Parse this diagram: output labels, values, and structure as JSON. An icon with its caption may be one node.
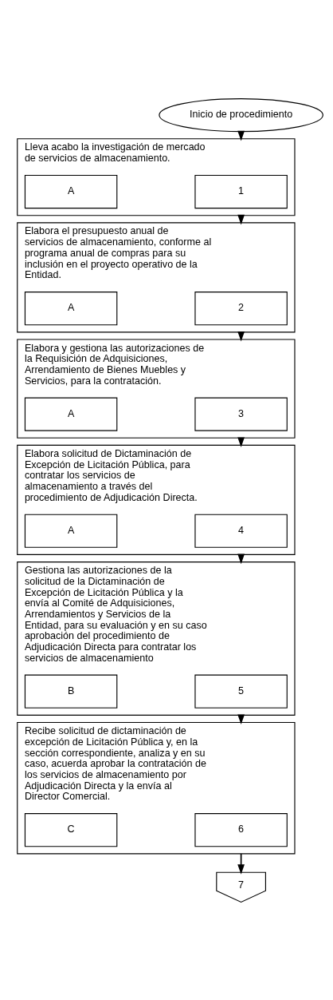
{
  "diagram": {
    "nodes": [
      {
        "text": [
          "Inicio de procedimiento"
        ]
      },
      {
        "text": [
          "Lleva acabo la investigación de mercado de servicios de almacenamiento."
        ]
      },
      {
        "text": [
          "1"
        ],
        "in": 1
      },
      {
        "text": [
          "A"
        ],
        "in": 1
      },
      {
        "text": [
          "Elabora el presupuesto anual de servicios de almacenamiento, conforme al programa anual de compras para su inclusión en el proyecto operativo de la Entidad."
        ]
      },
      {
        "text": [
          "2"
        ],
        "in": 4
      },
      {
        "text": [
          "A"
        ],
        "in": 4
      },
      {
        "text": [
          "Elabora y gestiona las autorizaciones de la Requisición de Adquisiciones, Arrendamiento de Bienes Muebles y Servicios, para la contratación."
        ]
      },
      {
        "text": [
          "3"
        ],
        "in": 7
      },
      {
        "text": [
          "A"
        ],
        "in": 7
      },
      {
        "text": [
          "Elabora solicitud de Dictaminación de Excepción de Licitación Pública, para contratar los servicios de almacenamiento a través del procedimiento de Adjudicación Directa."
        ]
      },
      {
        "text": [
          "4"
        ],
        "in": 10
      },
      {
        "text": [
          "A"
        ],
        "in": 10
      },
      {
        "text": [
          "Gestiona las autorizaciones de la solicitud de la Dictaminación de Excepción de Licitación Pública y la envía al Comité de Adquisiciones, Arrendamientos y Servicios de la Entidad, para su evaluación y en su caso aprobación del procedimiento de Adjudicación Directa para contratar los servicios de almacenamiento"
        ]
      },
      {
        "text": [
          "5"
        ],
        "in": 13
      },
      {
        "text": [
          "B"
        ],
        "in": 13
      },
      {
        "text": [
          "Recibe solicitud de dictaminación de excepción de Licitación Pública y, en la sección correspondiente, analiza y en su caso, acuerda aprobar la contratación de los servicios de almacenamiento por Adjudicación Directa y la envía al Director Comercial."
        ]
      },
      {
        "text": [
          "6"
        ],
        "in": 16
      },
      {
        "text": [
          "C"
        ],
        "in": 16
      },
      {
        "text": [
          "7"
        ]
      }
    ],
    "edges": [
      {
        "from": 0,
        "to": 1,
        "arrow": "to"
      },
      {
        "from": 1,
        "to": 4,
        "arrow": "to"
      },
      {
        "from": 4,
        "to": 7,
        "arrow": "to"
      },
      {
        "from": 7,
        "to": 10,
        "arrow": "to"
      },
      {
        "from": 10,
        "to": 13,
        "arrow": "to"
      },
      {
        "from": 13,
        "to": 16,
        "arrow": "to"
      },
      {
        "from": 16,
        "to": 19,
        "arrow": "to"
      }
    ]
  }
}
